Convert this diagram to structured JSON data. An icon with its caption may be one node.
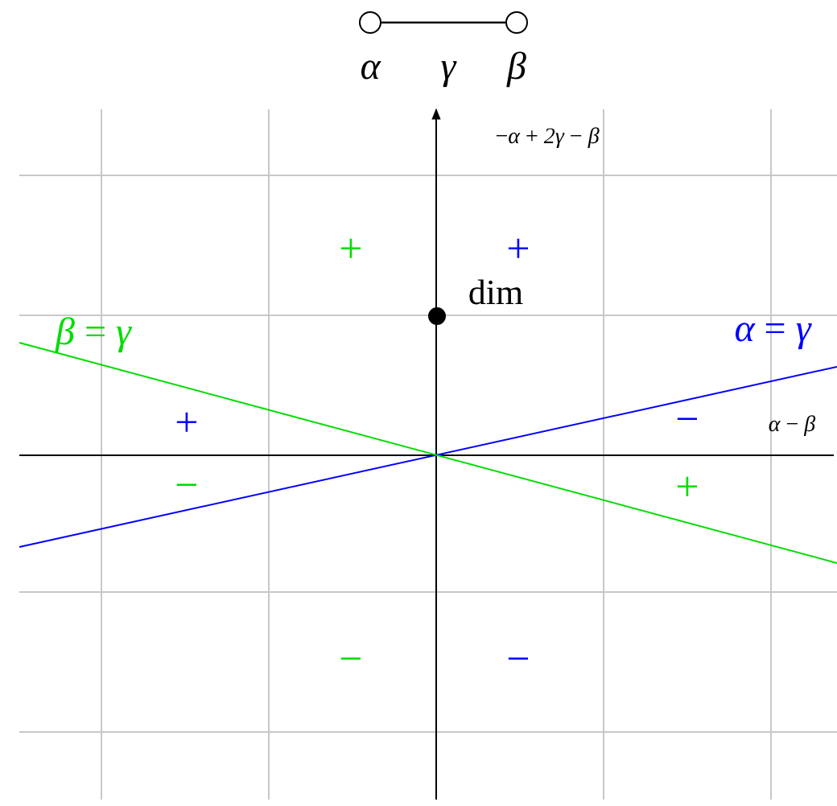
{
  "diagram": {
    "nodes": [
      {
        "text": [],
        "shape": "circle",
        "beside": [
          "*α*"
        ]
      },
      {
        "text": [],
        "shape": "circle",
        "beside": [
          "*β*"
        ]
      },
      {
        "text": [],
        "shape": "circle",
        "beside": [
          "dim"
        ]
      }
    ],
    "edges": [
      {
        "from": 0,
        "to": 1,
        "arrow": "none",
        "label": "*γ*"
      }
    ],
    "labels": [
      "−*α* + *2γ* − *β*",
      "+",
      "+",
      "*β* = *γ*",
      "*α* = *γ*",
      "+",
      "−",
      "*α* − *β*",
      "−",
      "+",
      "−",
      "−"
    ]
  }
}
